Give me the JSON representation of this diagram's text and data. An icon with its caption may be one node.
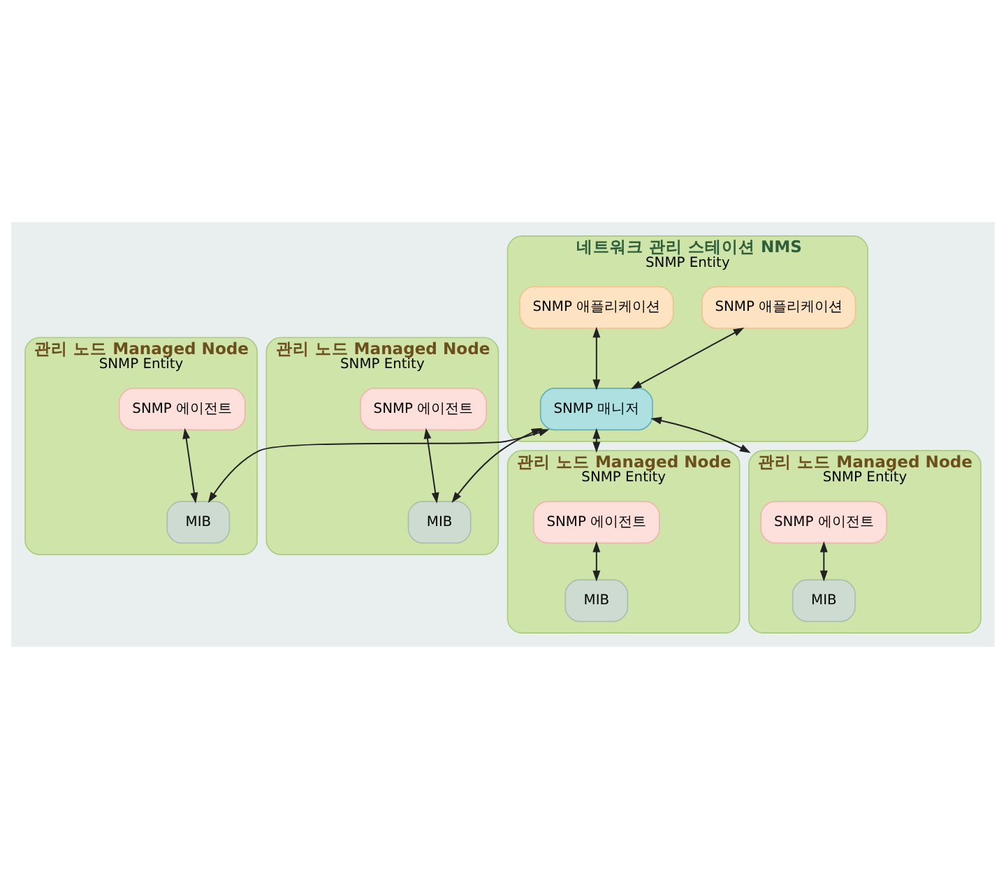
{
  "diagram": {
    "nodes": [
      {
        "text": [
          "관리 노드 Managed Node",
          "SNMP Entity"
        ]
      },
      {
        "text": [
          "SNMP 에이전트"
        ],
        "in": 0
      },
      {
        "text": [
          "MIB"
        ],
        "in": 0
      },
      {
        "text": [
          "네트워크 관리 스테이션 NMS",
          "SNMP Entity"
        ]
      },
      {
        "text": [
          "SNMP 애플리케이션"
        ],
        "in": 3
      },
      {
        "text": [
          "SNMP 애플리케이션"
        ],
        "in": 3
      },
      {
        "text": [
          "SNMP 매니저"
        ],
        "in": 3
      },
      {
        "text": [
          "관리 노드 Managed Node",
          "SNMP Entity"
        ]
      },
      {
        "text": [
          "SNMP 에이전트"
        ],
        "in": 7
      },
      {
        "text": [
          "MIB"
        ],
        "in": 7
      },
      {
        "text": [
          "관리 노드 Managed Node",
          "SNMP Entity"
        ]
      },
      {
        "text": [
          "SNMP 에이전트"
        ],
        "in": 10
      },
      {
        "text": [
          "MIB"
        ],
        "in": 10
      },
      {
        "text": [
          "관리 노드 Managed Node",
          "SNMP Entity"
        ]
      },
      {
        "text": [
          "SNMP 에이전트"
        ],
        "in": 13
      },
      {
        "text": [
          "MIB"
        ],
        "in": 13
      }
    ],
    "edges": [
      {
        "from": 1,
        "to": 2,
        "arrow": "both"
      },
      {
        "from": 6,
        "to": 4,
        "arrow": "both"
      },
      {
        "from": 6,
        "to": 5,
        "arrow": "both"
      },
      {
        "from": 6,
        "to": 2,
        "arrow": "both"
      },
      {
        "from": 6,
        "to": 9,
        "arrow": "both"
      },
      {
        "from": 8,
        "to": 9,
        "arrow": "both"
      },
      {
        "from": 6,
        "to": 10,
        "arrow": "both"
      },
      {
        "from": 6,
        "to": 13,
        "arrow": "both"
      },
      {
        "from": 11,
        "to": 12,
        "arrow": "both"
      },
      {
        "from": 14,
        "to": 15,
        "arrow": "both"
      }
    ]
  }
}
